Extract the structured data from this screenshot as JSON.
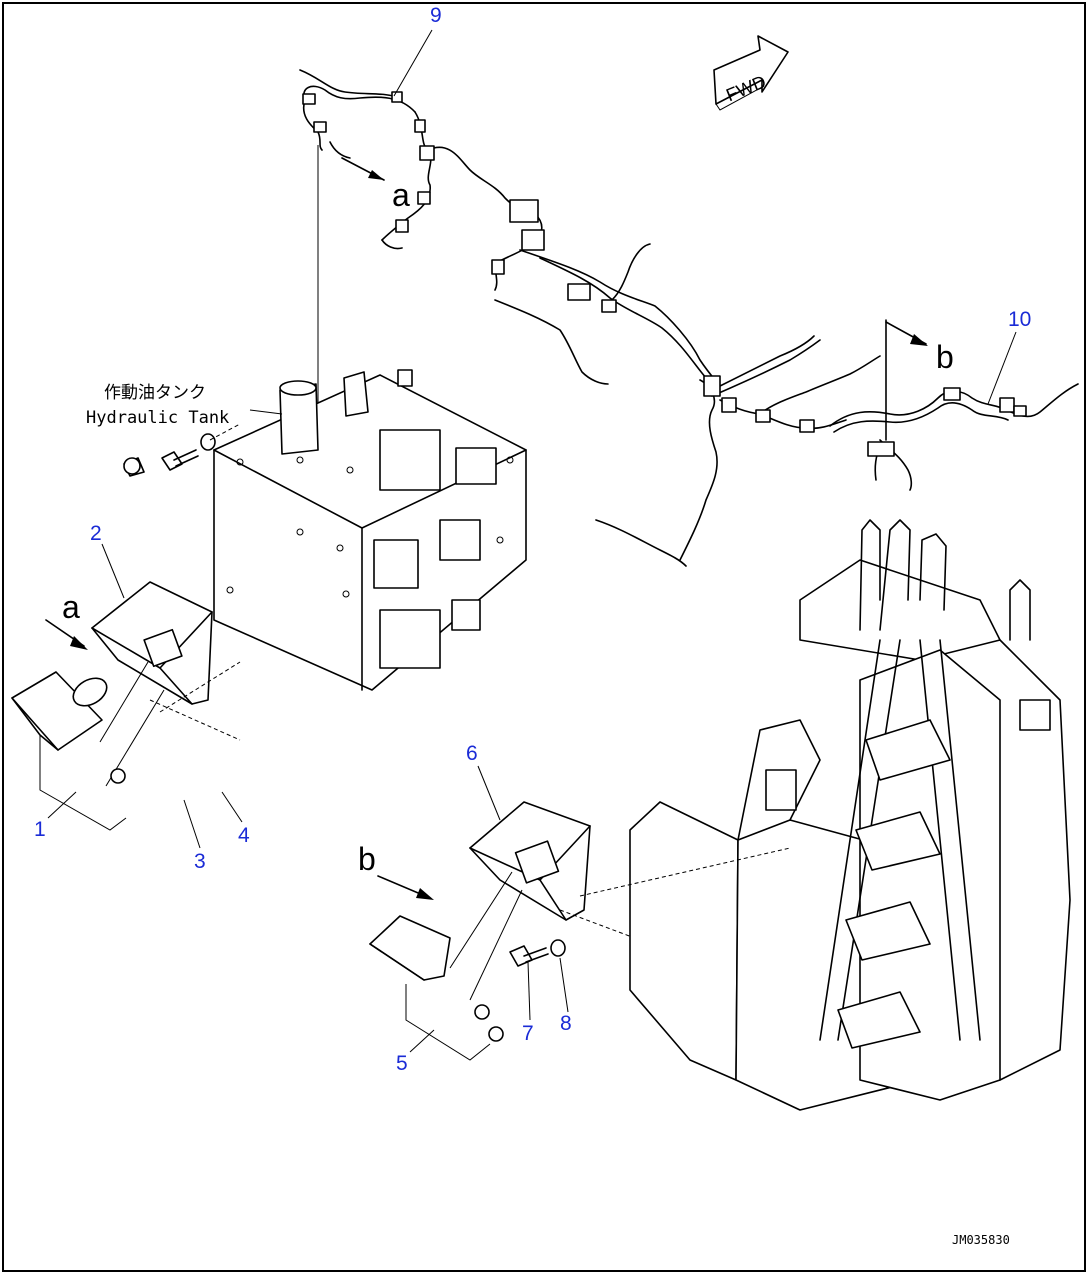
{
  "callouts": {
    "c1": "1",
    "c2": "2",
    "c3": "3",
    "c4": "4",
    "c5": "5",
    "c6": "6",
    "c7": "7",
    "c8": "8",
    "c9": "9",
    "c10": "10"
  },
  "view_letters": {
    "a": "a",
    "b": "b"
  },
  "hydraulic_tank_label": {
    "ja": "作動油タンク",
    "en": "Hydraulic Tank"
  },
  "fwd_label": "FWD",
  "drawing_code": "JM035830"
}
